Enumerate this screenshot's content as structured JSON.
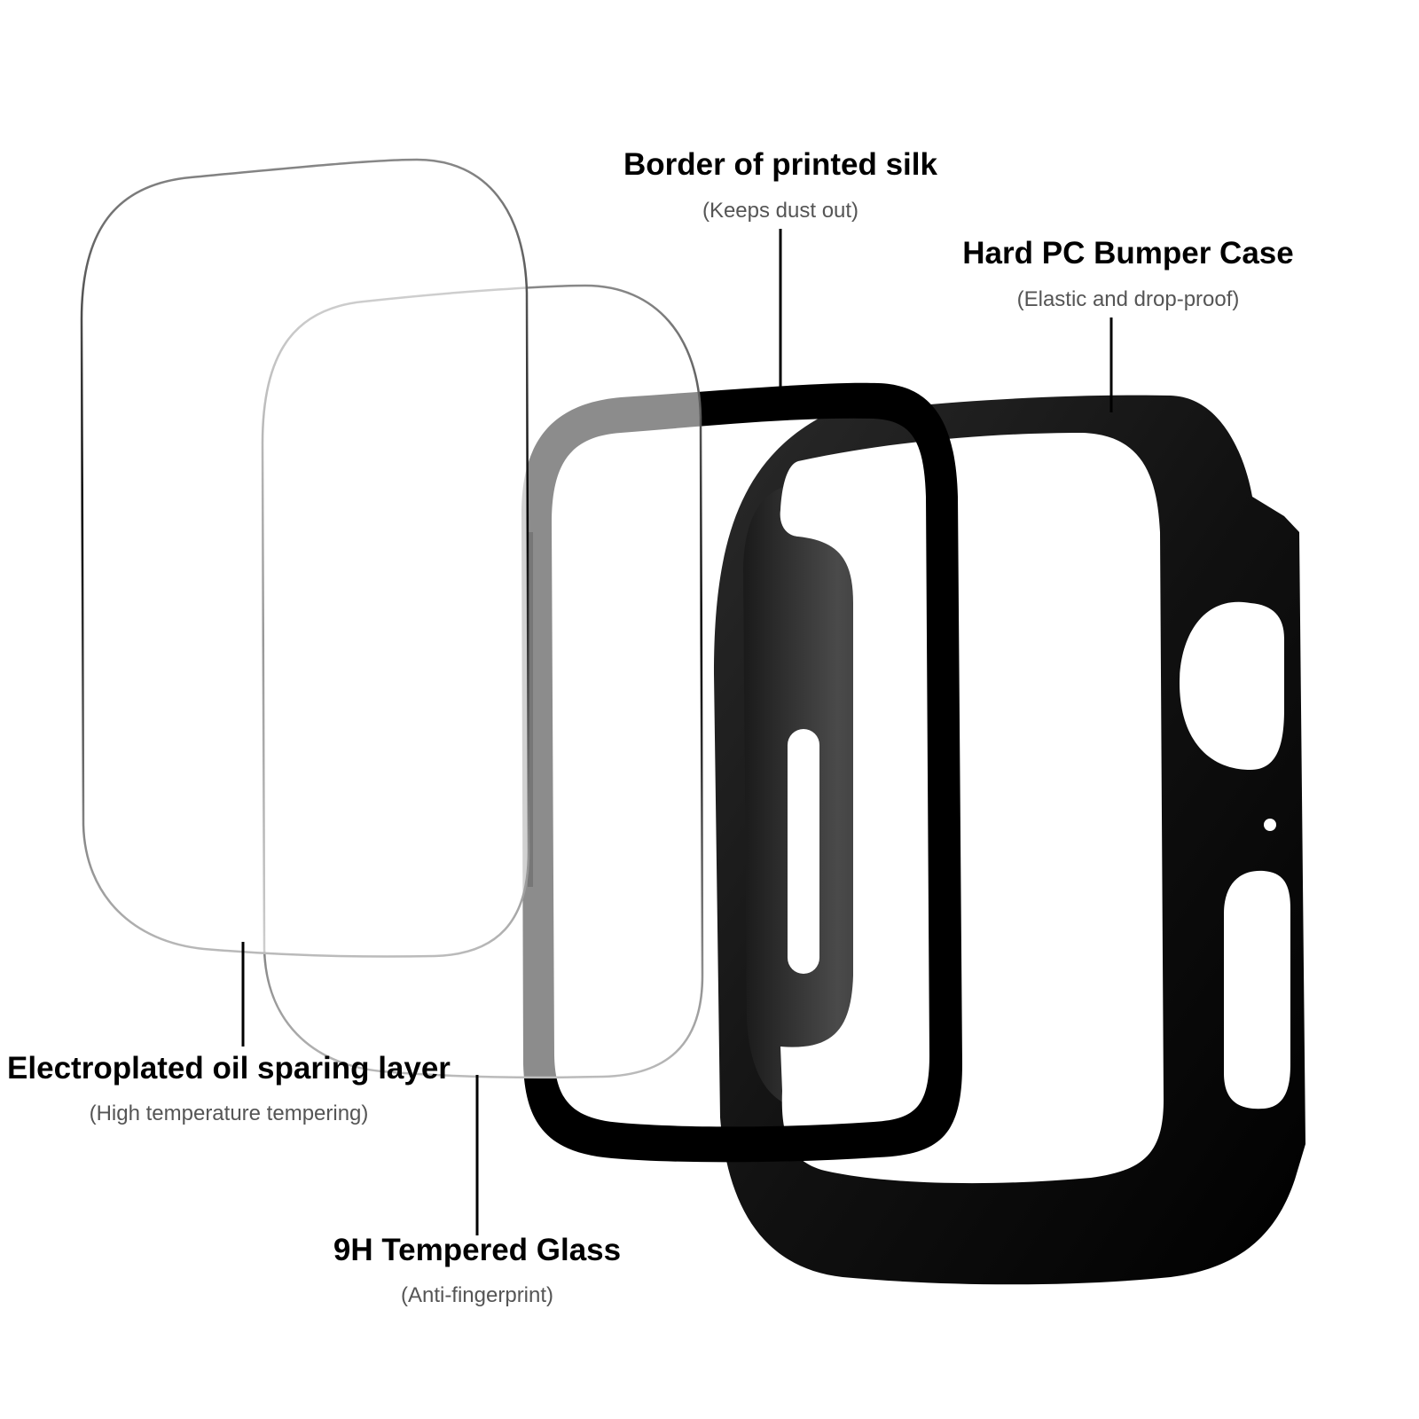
{
  "diagram": {
    "labels": {
      "border": {
        "title": "Border of printed silk",
        "subtitle": "(Keeps dust out)"
      },
      "bumper": {
        "title": "Hard PC Bumper Case",
        "subtitle": "(Elastic and drop-proof)"
      },
      "electroplated": {
        "title": "Electroplated oil sparing layer",
        "subtitle": "(High temperature tempering)"
      },
      "glass": {
        "title": "9H Tempered Glass",
        "subtitle": "(Anti-fingerprint)"
      }
    },
    "colors": {
      "case": "#111111",
      "case_dark": "#000000",
      "case_inner": "#3a3a3a",
      "glass_edge": "#1a1a1a",
      "leader": "#000000"
    }
  }
}
